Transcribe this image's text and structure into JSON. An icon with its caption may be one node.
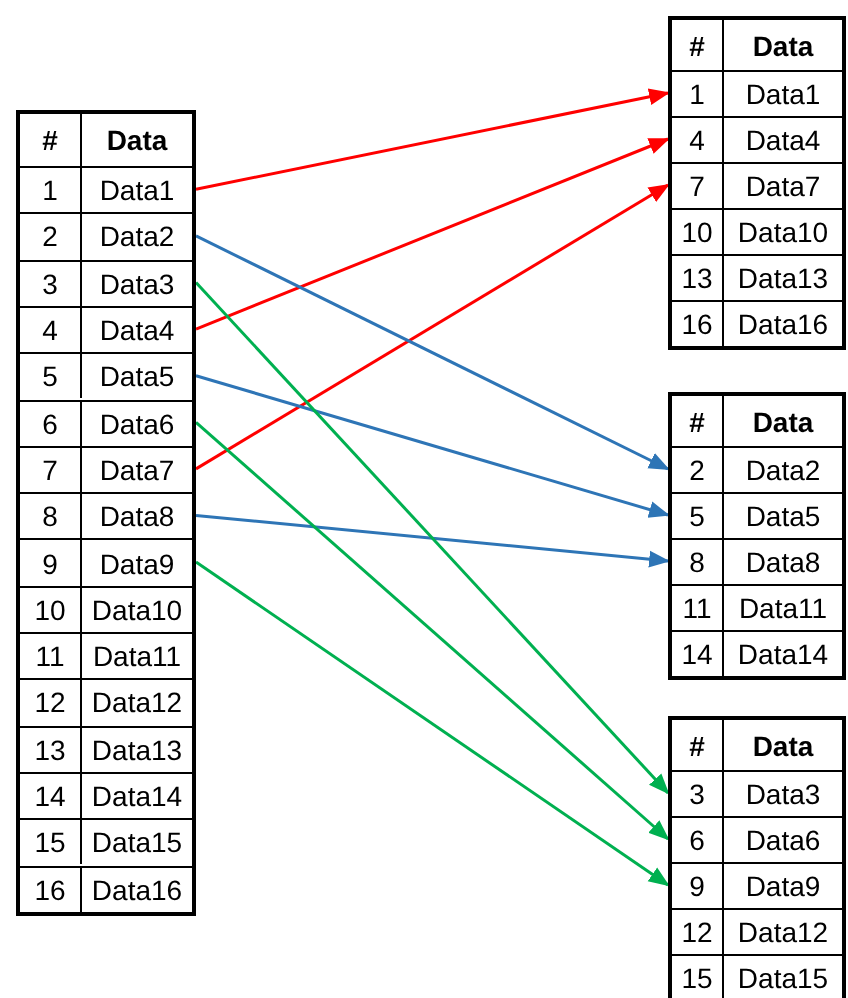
{
  "diagram": {
    "nodes": [
      {
        "text": [],
        "shape": "box"
      },
      {
        "text": [
          "#",
          "Data"
        ],
        "in": 0
      },
      {
        "text": [
          "1",
          "Data1"
        ],
        "in": 0
      },
      {
        "text": [
          "2",
          "Data2"
        ],
        "in": 0
      },
      {
        "text": [
          "3",
          "Data3"
        ],
        "in": 0
      },
      {
        "text": [
          "4",
          "Data4"
        ],
        "in": 0
      },
      {
        "text": [
          "5",
          "Data5"
        ],
        "in": 0
      },
      {
        "text": [
          "6",
          "Data6"
        ],
        "in": 0
      },
      {
        "text": [
          "7",
          "Data7"
        ],
        "in": 0
      },
      {
        "text": [
          "8",
          "Data8"
        ],
        "in": 0
      },
      {
        "text": [
          "9",
          "Data9"
        ],
        "in": 0
      },
      {
        "text": [
          "10",
          "Data10"
        ],
        "in": 0
      },
      {
        "text": [
          "11",
          "Data11"
        ],
        "in": 0
      },
      {
        "text": [
          "12",
          "Data12"
        ],
        "in": 0
      },
      {
        "text": [
          "13",
          "Data13"
        ],
        "in": 0
      },
      {
        "text": [
          "14",
          "Data14"
        ],
        "in": 0
      },
      {
        "text": [
          "15",
          "Data15"
        ],
        "in": 0
      },
      {
        "text": [
          "16",
          "Data16"
        ],
        "in": 0
      },
      {
        "text": [],
        "shape": "box"
      },
      {
        "text": [
          "#",
          "Data"
        ],
        "in": 18
      },
      {
        "text": [
          "1",
          "Data1"
        ],
        "in": 18
      },
      {
        "text": [
          "4",
          "Data4"
        ],
        "in": 18
      },
      {
        "text": [
          "7",
          "Data7"
        ],
        "in": 18
      },
      {
        "text": [
          "10",
          "Data10"
        ],
        "in": 18
      },
      {
        "text": [
          "13",
          "Data13"
        ],
        "in": 18
      },
      {
        "text": [
          "16",
          "Data16"
        ],
        "in": 18
      },
      {
        "text": [],
        "shape": "box"
      },
      {
        "text": [
          "#",
          "Data"
        ],
        "in": 26
      },
      {
        "text": [
          "2",
          "Data2"
        ],
        "in": 26
      },
      {
        "text": [
          "5",
          "Data5"
        ],
        "in": 26
      },
      {
        "text": [
          "8",
          "Data8"
        ],
        "in": 26
      },
      {
        "text": [
          "11",
          "Data11"
        ],
        "in": 26
      },
      {
        "text": [
          "14",
          "Data14"
        ],
        "in": 26
      },
      {
        "text": [],
        "shape": "box"
      },
      {
        "text": [
          "#",
          "Data"
        ],
        "in": 33
      },
      {
        "text": [
          "3",
          "Data3"
        ],
        "in": 33
      },
      {
        "text": [
          "6",
          "Data6"
        ],
        "in": 33
      },
      {
        "text": [
          "9",
          "Data9"
        ],
        "in": 33
      },
      {
        "text": [
          "12",
          "Data12"
        ],
        "in": 33
      },
      {
        "text": [
          "15",
          "Data15"
        ],
        "in": 33
      }
    ],
    "edges": [
      {
        "from": 2,
        "to": 20,
        "arrow": "to",
        "color": "#ff0000"
      },
      {
        "from": 5,
        "to": 21,
        "arrow": "to",
        "color": "#ff0000"
      },
      {
        "from": 8,
        "to": 22,
        "arrow": "to",
        "color": "#ff0000"
      },
      {
        "from": 3,
        "to": 28,
        "arrow": "to",
        "color": "#2e75b6"
      },
      {
        "from": 6,
        "to": 29,
        "arrow": "to",
        "color": "#2e75b6"
      },
      {
        "from": 9,
        "to": 30,
        "arrow": "to",
        "color": "#2e75b6"
      },
      {
        "from": 4,
        "to": 35,
        "arrow": "to",
        "color": "#00b050"
      },
      {
        "from": 7,
        "to": 36,
        "arrow": "to",
        "color": "#00b050"
      },
      {
        "from": 10,
        "to": 37,
        "arrow": "to",
        "color": "#00b050"
      }
    ]
  }
}
